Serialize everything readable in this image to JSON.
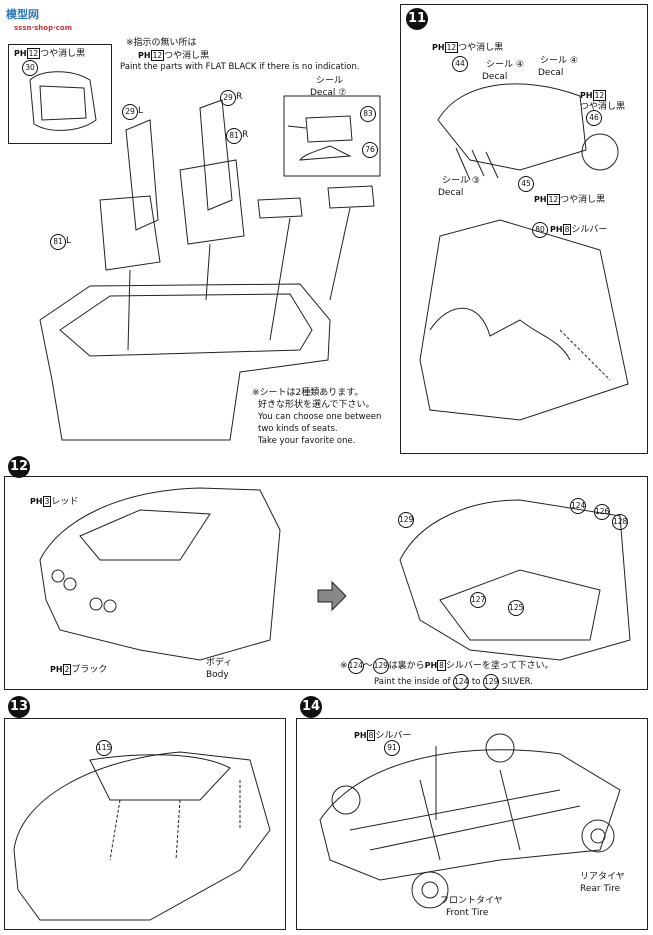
{
  "watermark": {
    "title": "模型网",
    "site": "sssn·shop·com"
  },
  "panel10": {
    "note_jp": "※指示の無い所は",
    "note_jp2": "つや消し黒",
    "note_en": "Paint the parts with FLAT BLACK  if there is no indication.",
    "inset_color": "つや消し黒",
    "seal_jp": "シール",
    "seal_en": "Decal",
    "seat_note_jp": "※シートは2種類あります。",
    "seat_note_jp2": "好きな形状を選んで下さい。",
    "seat_note_en1": "You can choose one between",
    "seat_note_en2": "two kinds of seats.",
    "seat_note_en3": "Take your favorite one.",
    "parts": {
      "p30": "30",
      "p29": "29",
      "p81": "81",
      "p83": "83",
      "p76": "76",
      "p12": "12",
      "p7": "⑦"
    },
    "sides": {
      "L": "L",
      "R": "R"
    }
  },
  "panel11": {
    "step": "11",
    "flat_black": "つや消し黒",
    "seal_jp": "シール",
    "seal_en": "Decal",
    "silver": "シルバー",
    "parts": {
      "p44": "44",
      "p46": "46",
      "p45": "45",
      "p80": "80",
      "p12": "12",
      "p8": "8",
      "d4": "④",
      "d3": "③"
    }
  },
  "panel12": {
    "step": "12",
    "red": "レッド",
    "black": "ブラック",
    "body_jp": "ボディ",
    "body_en": "Body",
    "note_jp": "※ 〜 は裏から  シルバーを塗って下さい。",
    "note_en": "Paint the inside of  to  SILVER.",
    "parts": {
      "p3": "3",
      "p2": "2",
      "p124": "124",
      "p125": "125",
      "p126": "126",
      "p127": "127",
      "p128": "128",
      "p129": "129",
      "p8": "8"
    }
  },
  "panel13": {
    "step": "13",
    "parts": {
      "p115": "115"
    }
  },
  "panel14": {
    "step": "14",
    "silver": "シルバー",
    "front_tire_jp": "フロントタイヤ",
    "front_tire_en": "Front Tire",
    "rear_tire_jp": "リアタイヤ",
    "rear_tire_en": "Rear Tire",
    "parts": {
      "p91": "91",
      "p8": "8"
    }
  },
  "paint_prefix": "PH"
}
